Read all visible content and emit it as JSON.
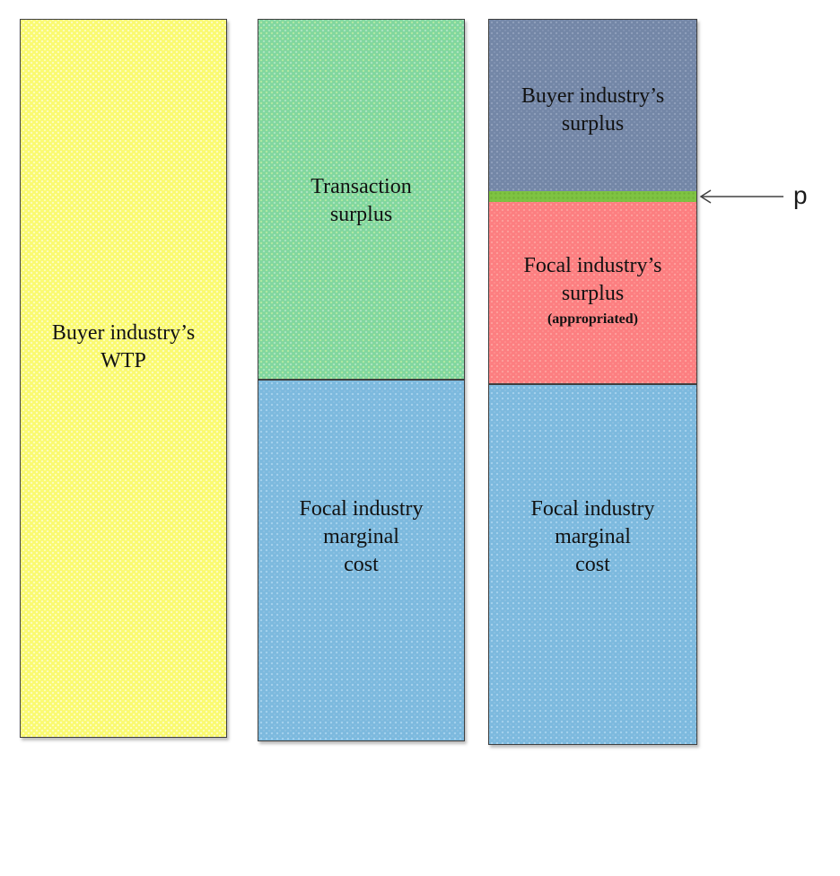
{
  "figure": {
    "background_color": "#FFFFFF",
    "outline_color": "#3F3F3F",
    "arrow_color": "#404040",
    "price_label": "p",
    "columns": [
      {
        "name": "buyer-industry-wtp",
        "segments": [
          {
            "name": "buyer-wtp",
            "color": "#FAFA70",
            "lines": [
              "Buyer industry’s",
              "WTP"
            ]
          }
        ]
      },
      {
        "name": "transaction-split",
        "segments": [
          {
            "name": "transaction-surplus",
            "color": "#80D69E",
            "lines": [
              "Transaction",
              "surplus"
            ]
          },
          {
            "name": "focal-marginal-cost",
            "color": "#7CB9DE",
            "lines": [
              "Focal industry",
              "marginal",
              "cost"
            ]
          }
        ]
      },
      {
        "name": "appropriation-split",
        "segments": [
          {
            "name": "buyer-surplus",
            "color": "#7386A6",
            "lines": [
              "Buyer industry’s",
              "surplus"
            ]
          },
          {
            "name": "price-strip",
            "color": "#7EC342",
            "lines": []
          },
          {
            "name": "focal-surplus-appropriated",
            "color": "#FC7E80",
            "lines": [
              "Focal industry’s",
              "surplus"
            ],
            "note": "(appropriated)"
          },
          {
            "name": "focal-marginal-cost",
            "color": "#7CB9DE",
            "lines": [
              "Focal industry",
              "marginal",
              "cost"
            ]
          }
        ]
      }
    ]
  }
}
